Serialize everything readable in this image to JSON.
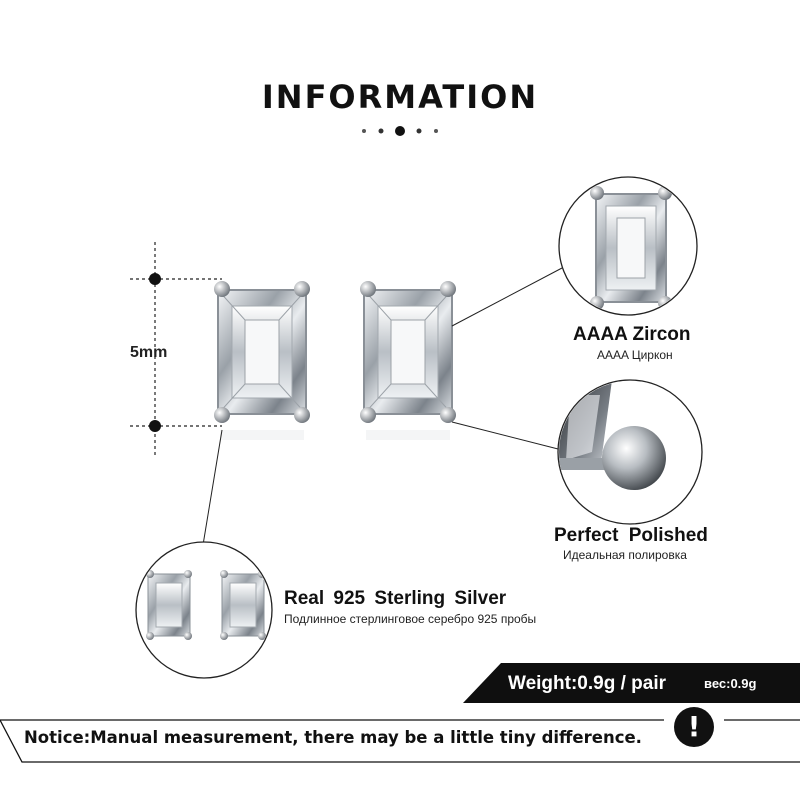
{
  "header": {
    "title": "INFORMATION"
  },
  "dimension": {
    "label": "5mm"
  },
  "features": {
    "zircon": {
      "title": "AAAA Zircon",
      "subtitle": "AAAA Циркон"
    },
    "polish": {
      "title": "Perfect Polished",
      "subtitle": "Идеальная полировка"
    },
    "silver": {
      "title": "Real 925 Sterling Silver",
      "subtitle": "Подлинное стерлинговое серебро 925 пробы"
    }
  },
  "weight": {
    "label": "Weight:0.9g / pair",
    "label_ru": "вес:0.9g"
  },
  "notice": {
    "text": "Notice:Manual measurement, there may be a little tiny difference.",
    "icon_glyph": "!"
  },
  "colors": {
    "text": "#111111",
    "band": "#0f0f0f",
    "silver": "#c9ccd1",
    "background": "#ffffff"
  }
}
